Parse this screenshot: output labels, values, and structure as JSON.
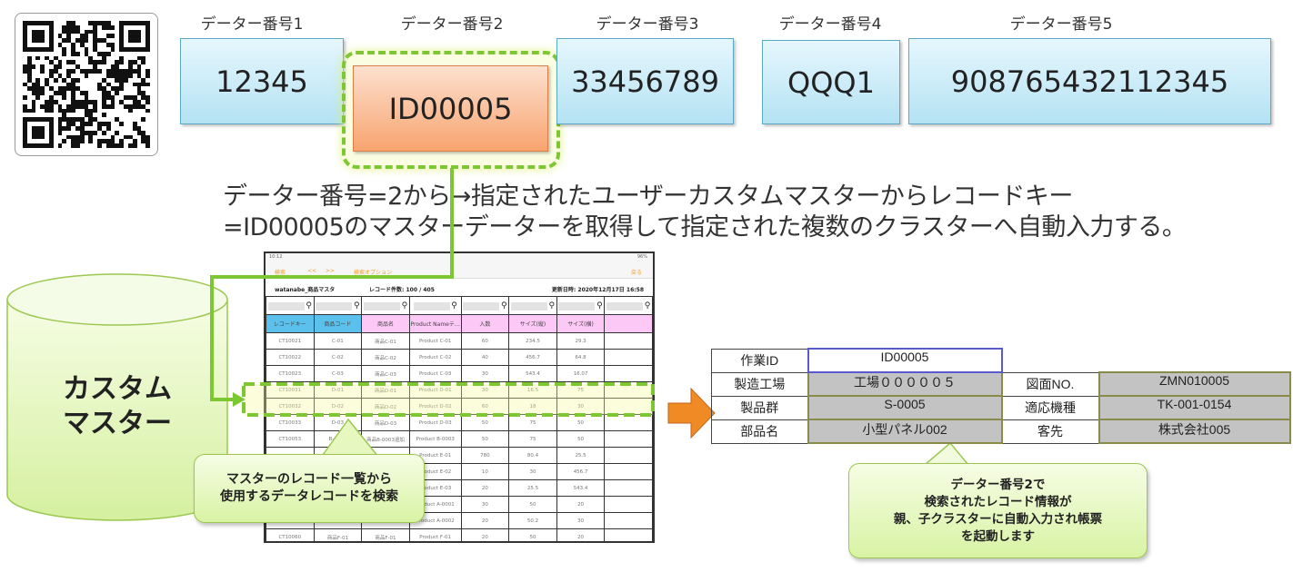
{
  "fields": [
    {
      "label": "データー番号1",
      "value": "12345"
    },
    {
      "label": "データー番号2",
      "value": "ID00005"
    },
    {
      "label": "データー番号3",
      "value": "33456789"
    },
    {
      "label": "データー番号4",
      "value": "QQQ1"
    },
    {
      "label": "データー番号5",
      "value": "908765432112345"
    }
  ],
  "description": {
    "line1": "データー番号=2から→指定されたユーザーカスタムマスターからレコードキー",
    "line2": "=ID00005のマスターデーターを取得して指定された複数のクラスターへ自動入力する。"
  },
  "master": {
    "line1": "カスタム",
    "line2": "マスター"
  },
  "screenshot": {
    "time": "10:12",
    "battery": "96%",
    "toolbar": {
      "search": "検索",
      "prev": "<<",
      "next": ">>",
      "options": "検索オプション",
      "back": "戻る"
    },
    "title": "watanabe_商品マスタ",
    "count": "レコード件数: 100 / 405",
    "updated": "更新日時: 2020年12月17日 16:58",
    "headers": [
      "レコードキー",
      "商品コード",
      "商品名",
      "Product Nameテ…",
      "入数",
      "サイズ(縦)",
      "サイズ(横)"
    ],
    "rows": [
      [
        "CT10021",
        "C-01",
        "商品C-01",
        "Product C-01",
        "60",
        "234.5",
        "29.3"
      ],
      [
        "CT10022",
        "C-02",
        "商品C-02",
        "Product C-02",
        "40",
        "456.7",
        "64.8"
      ],
      [
        "CT10023",
        "C-03",
        "商品C-03",
        "Product C-03",
        "30",
        "543.4",
        "16.07"
      ],
      [
        "CT10031",
        "D-01",
        "商品D-01",
        "Product D-01",
        "30",
        "16.5",
        "75"
      ],
      [
        "CT10032",
        "D-02",
        "商品D-02",
        "Product D-02",
        "60",
        "18",
        "30"
      ],
      [
        "CT10033",
        "D-03",
        "商品D-03",
        "Product D-03",
        "50",
        "75",
        "50"
      ],
      [
        "CT10053",
        "B-0003",
        "商品B-0003追加",
        "Product B-0003",
        "50",
        "75",
        "50"
      ],
      [
        "",
        "",
        "",
        "Product E-01",
        "780",
        "80.4",
        "25.5"
      ],
      [
        "",
        "",
        "",
        "Product E-02",
        "10",
        "30",
        "456.7"
      ],
      [
        "",
        "",
        "",
        "Product E-03",
        "20",
        "25.5",
        "543.4"
      ],
      [
        "",
        "",
        "",
        "Product A-0001",
        "30",
        "50",
        "20"
      ],
      [
        "",
        "",
        "",
        "Product A-0002",
        "20",
        "50.2",
        "30"
      ],
      [
        "CT10060",
        "商品F-01",
        "商品F-01",
        "Product F-01",
        "20",
        "50",
        "20"
      ]
    ]
  },
  "callout1": {
    "line1": "マスターのレコード一覧から",
    "line2": "使用するデータレコードを検索"
  },
  "form": {
    "work_id_label": "作業ID",
    "work_id": "ID00005",
    "rows": [
      {
        "l1": "製造工場",
        "v1": "工場０００００５",
        "l2": "図面NO.",
        "v2": "ZMN010005"
      },
      {
        "l1": "製品群",
        "v1": "S-0005",
        "l2": "適応機種",
        "v2": "TK-001-0154"
      },
      {
        "l1": "部品名",
        "v1": "小型パネル002",
        "l2": "客先",
        "v2": "株式会社005"
      }
    ]
  },
  "callout2": {
    "line1": "データー番号2で",
    "line2": "検索されたレコード情報が",
    "line3": "親、子クラスターに自動入力され帳票",
    "line4": "を起動します"
  },
  "colors": {
    "green": "#7dc832",
    "orange": "#f08a24",
    "blue": "#b4e2f3"
  }
}
